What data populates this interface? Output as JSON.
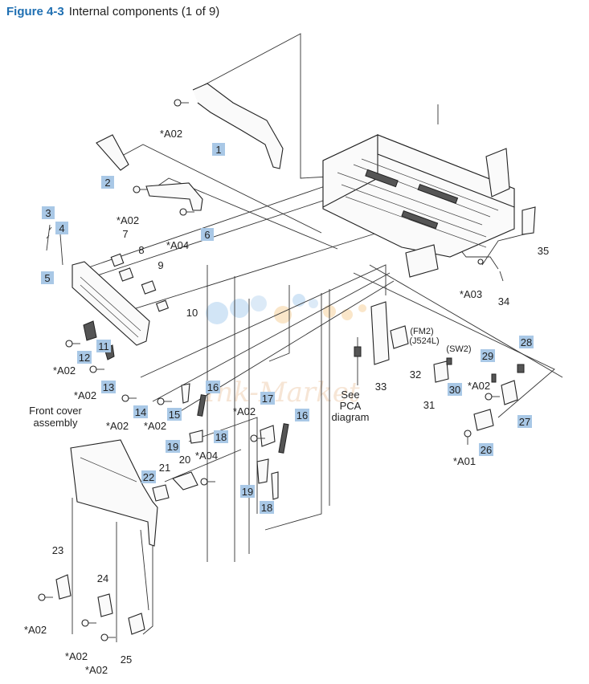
{
  "figure": {
    "number": "Figure 4-3",
    "title": "Internal components (1 of 9)"
  },
  "colors": {
    "accent": "#1f6fb2",
    "callout_box": "#a9c8e6",
    "watermark_blue": "#7fb6e6",
    "watermark_orange": "#f2b866"
  },
  "watermark": "Ink-Market",
  "callouts": {
    "c1": "1",
    "c2": "2",
    "c3": "3",
    "c4": "4",
    "c5": "5",
    "c6": "6",
    "c7": "7",
    "c8": "8",
    "c9": "9",
    "c10": "10",
    "c11": "11",
    "c12": "12",
    "c13": "13",
    "c14": "14",
    "c15": "15",
    "c16a": "16",
    "c16b": "16",
    "c17": "17",
    "c18a": "18",
    "c18b": "18",
    "c19a": "19",
    "c19b": "19",
    "c20": "20",
    "c21": "21",
    "c22": "22",
    "c23": "23",
    "c24": "24",
    "c25": "25",
    "c26": "26",
    "c27": "27",
    "c28": "28",
    "c29": "29",
    "c30": "30",
    "c31": "31",
    "c32": "32",
    "c33": "33",
    "c34": "34",
    "c35": "35"
  },
  "screws": {
    "a02_1": "*A02",
    "a02_2": "*A02",
    "a04_1": "*A04",
    "a02_3": "*A02",
    "a02_4": "*A02",
    "a02_5": "*A02",
    "a02_6": "*A02",
    "a02_7": "*A02",
    "a04_2": "*A04",
    "a03": "*A03",
    "a02_8": "*A02",
    "a01": "*A01",
    "a02_9": "*A02",
    "a02_10": "*A02",
    "a02_11": "*A02"
  },
  "notes": {
    "front_cover_1": "Front cover",
    "front_cover_2": "assembly",
    "fm2": "(FM2)",
    "j524l": "(J524L)",
    "sw2": "(SW2)",
    "see": "See",
    "pca": "PCA",
    "diagram": "diagram"
  }
}
